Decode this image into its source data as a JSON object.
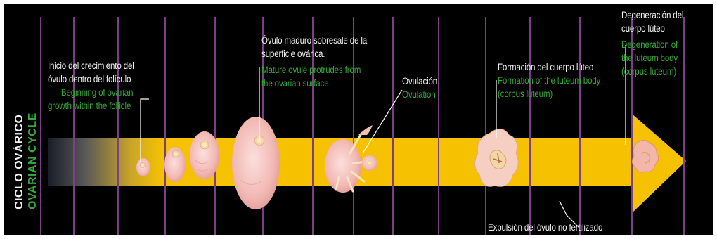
{
  "side_title": {
    "es": "CICLO OVÁRICO",
    "en": "OVARIAN CYCLE"
  },
  "stages": [
    {
      "id": "inicio",
      "es_lines": [
        "Inicio del crecimiento del",
        "óvulo dentro del folículo"
      ],
      "en_lines": [
        "Beginning of ovarian",
        "growth within the follicle"
      ]
    },
    {
      "id": "maduro",
      "es_lines": [
        "Óvulo maduro sobresale de la",
        "superficie ovárica."
      ],
      "en_lines": [
        "Mature ovule protrudes from",
        "the ovarian surface."
      ]
    },
    {
      "id": "ovulacion",
      "es_lines": [
        "Ovulación"
      ],
      "en_lines": [
        "Ovulation"
      ]
    },
    {
      "id": "formacion",
      "es_lines": [
        "Formación del cuerpo lúteo"
      ],
      "en_lines": [
        "Formation of the luteum body",
        "(corpus luteum)"
      ]
    },
    {
      "id": "degeneracion",
      "es_lines": [
        "Degeneración del",
        "cuerpo lúteo"
      ],
      "en_lines": [
        "Degeneration of",
        "the luteum body",
        "(corpus luteum)"
      ]
    },
    {
      "id": "expulsion",
      "es_lines": [
        "Expulsión del óvulo no fertilizado"
      ],
      "en_lines": []
    }
  ],
  "colors": {
    "background": "#000000",
    "arrow": "#f6c200",
    "divider": "#7a3f86",
    "spanish_text": "#f2f2f2",
    "english_text": "#35a83a"
  }
}
